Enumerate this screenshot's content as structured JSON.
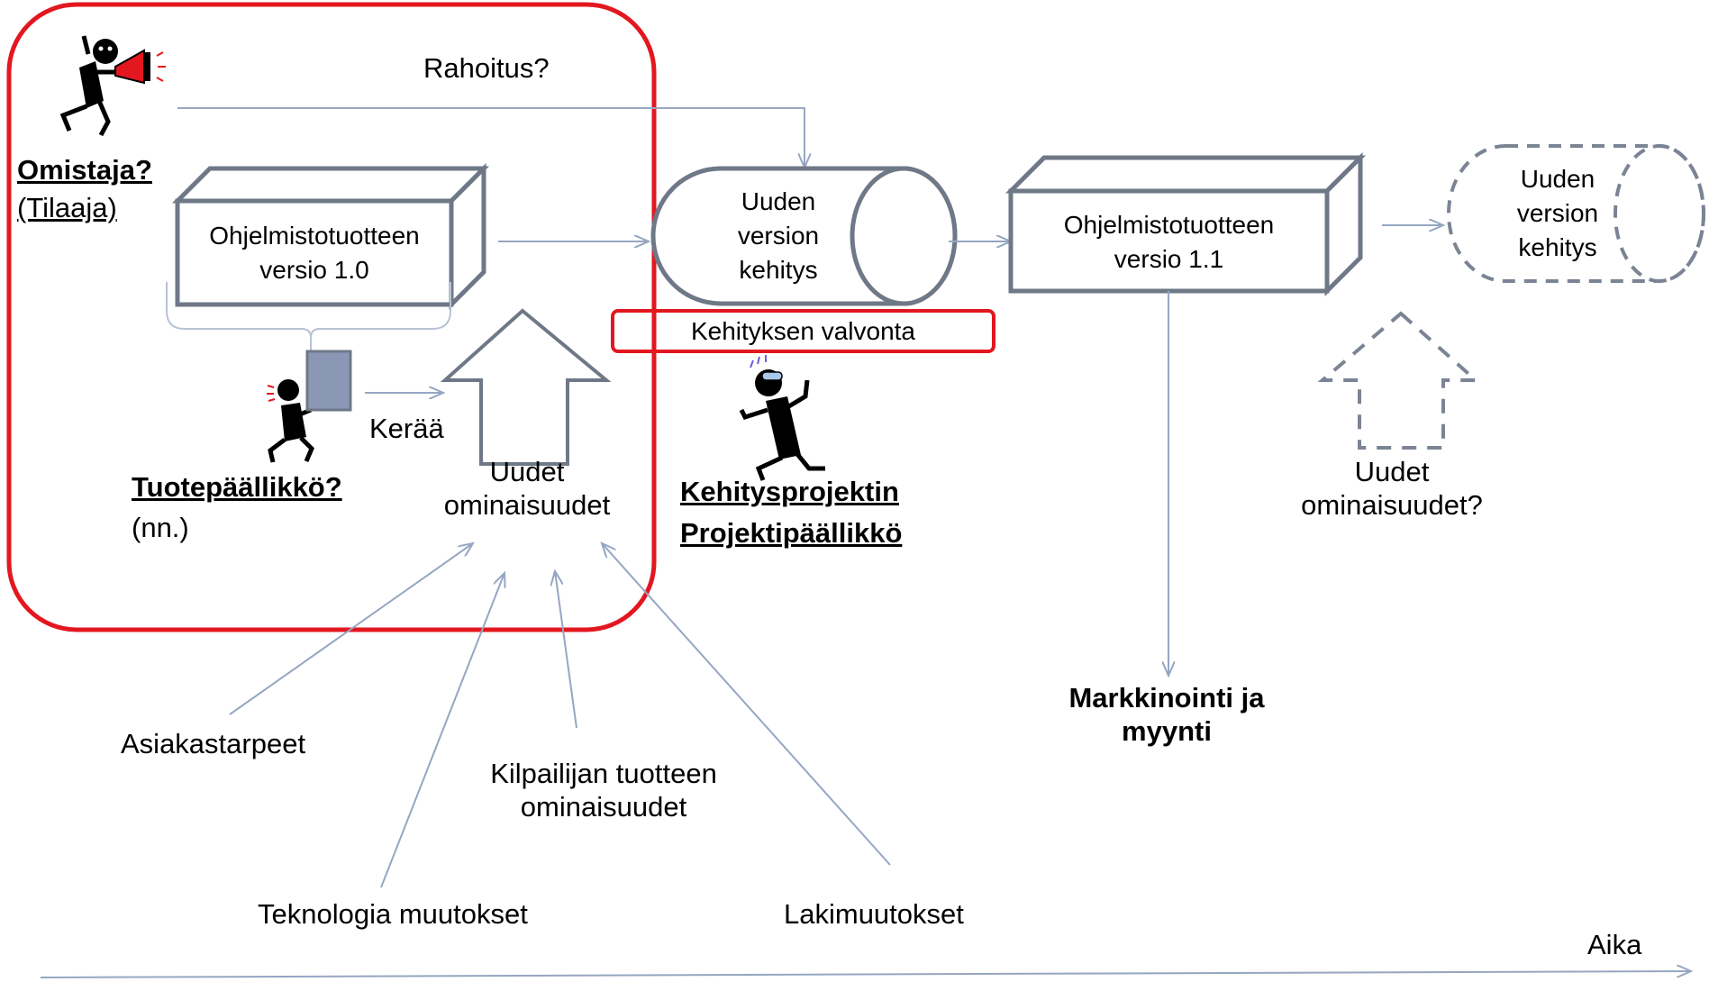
{
  "colors": {
    "arrow": "#96a6c2",
    "box_stroke": "#6f7887",
    "dashed_stroke": "#7b8494",
    "highlight_red": "#e3171f",
    "tablet_fill": "#8a97b5",
    "figure": "#000000"
  },
  "icons": {
    "owner": "person-with-megaphone-icon",
    "product_manager": "person-with-tablet-icon",
    "project_manager": "person-walking-icon"
  },
  "labels": {
    "funding": "Rahoitus?",
    "owner_title": "Omistaja?",
    "owner_subtitle": "(Tilaaja)",
    "product_v10": "Ohjelmistotuotteen\nversio 1.0",
    "new_version_dev": "Uuden\nversion\nkehitys",
    "product_v11": "Ohjelmistotuotteen\nversio 1.1",
    "future_dev": "Uuden\nversion\nkehitys",
    "dev_supervision": "Kehityksen valvonta",
    "collects": "Kerää",
    "product_manager_title": "Tuotepäällikkö?",
    "product_manager_subtitle": "(nn.)",
    "new_features": "Uudet\nominaisuudet",
    "project_manager_line1": "Kehitysprojektin",
    "project_manager_line2": "Projektipäällikkö",
    "future_features": "Uudet\nominaisuudet?",
    "marketing": "Markkinointi ja\nmyynti",
    "customer_needs": "Asiakastarpeet",
    "competitor_features": "Kilpailijan tuotteen\nominaisuudet",
    "technology_changes": "Teknologia muutokset",
    "law_changes": "Lakimuutokset",
    "time": "Aika"
  }
}
